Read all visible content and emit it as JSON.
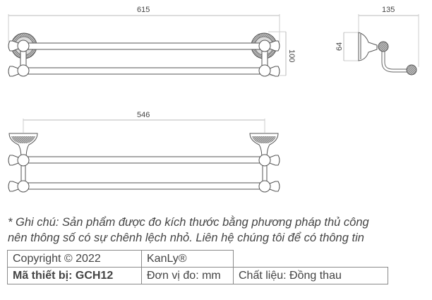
{
  "drawings": {
    "front_view": {
      "width_label": "615",
      "height_label": "100"
    },
    "side_view": {
      "depth_label": "135",
      "height_label": "64"
    },
    "top_view": {
      "mount_spacing_label": "546"
    }
  },
  "note": {
    "line1": "* Ghi chú: Sản phẩm được đo kích thước bằng phương pháp thủ công",
    "line2": "nên thông số có sự chênh lệch nhỏ. Liên hệ chúng tôi để có thông tin"
  },
  "info_table": {
    "rows": [
      [
        "Copyright © 2022",
        "KanLy®"
      ],
      [
        "Mã thiết bị: GCH12",
        "Đơn vị đo: mm",
        "Chất liệu: Đồng thau"
      ]
    ]
  }
}
